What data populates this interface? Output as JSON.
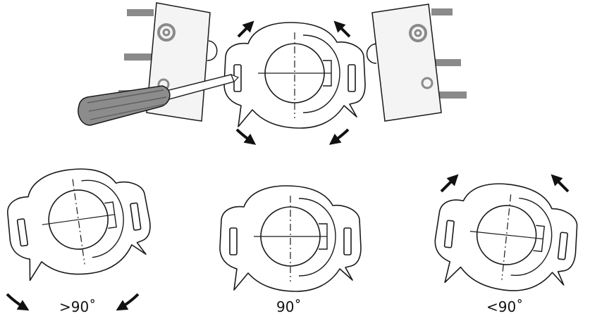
{
  "labels": {
    "over90": ">90˚",
    "exact90": "90˚",
    "under90": "<90˚"
  },
  "colors": {
    "stroke": "#1a1a1a",
    "switch_terminal": "#8a8a8a",
    "switch_body": "#f4f4f4",
    "screwdriver_handle": "#8c8c8c",
    "screwdriver_shaft": "#ffffff"
  },
  "icons": [
    "microswitch-icon",
    "screwdriver-icon",
    "rotation-arrow-icon",
    "cam-bracket-icon"
  ]
}
